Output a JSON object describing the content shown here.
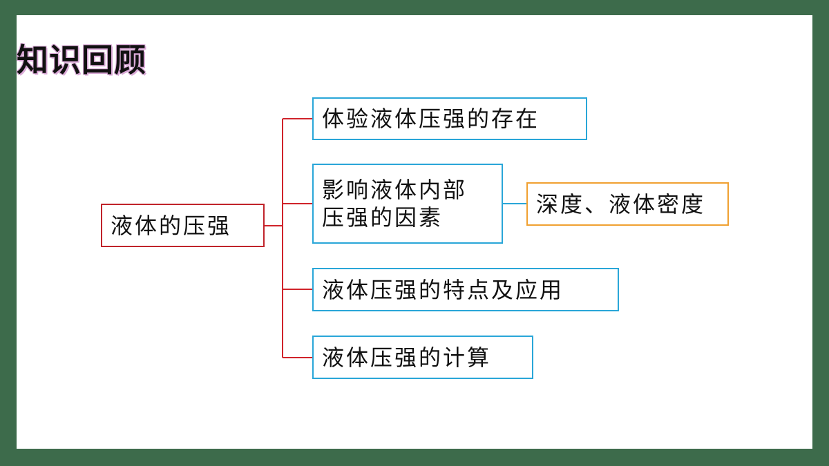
{
  "heading": "知识回顾",
  "root": "液体的压强",
  "branches": [
    {
      "label": "体验液体压强的存在"
    },
    {
      "label": "影响液体内部\n压强的因素",
      "detail": "深度、液体密度"
    },
    {
      "label": "液体压强的特点及应用"
    },
    {
      "label": "液体压强的计算"
    }
  ],
  "colors": {
    "frame": "#3d6b4b",
    "root_border": "#c0232a",
    "branch_border": "#29a6d8",
    "detail_border": "#f0a030",
    "heading_glow": "#d9a8d6"
  }
}
